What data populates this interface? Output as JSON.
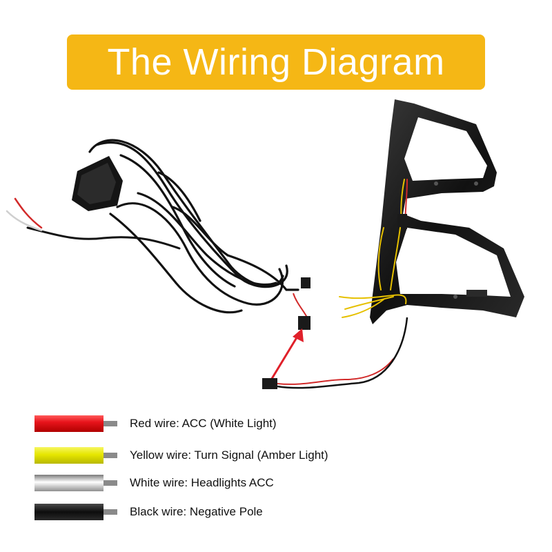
{
  "title": "The Wiring Diagram",
  "colors": {
    "banner": "#f5b715",
    "banner_text": "#ffffff",
    "arrow": "#e0202a"
  },
  "legend": [
    {
      "label": "Red wire: ACC (White Light)",
      "color": "#e8141c"
    },
    {
      "label": "Yellow wire: Turn Signal (Amber Light)",
      "color": "#e6e600"
    },
    {
      "label": "White wire: Headlights ACC",
      "color": "#bdbdbd"
    },
    {
      "label": "Black wire: Negative Pole",
      "color": "#1a1a1a"
    }
  ]
}
